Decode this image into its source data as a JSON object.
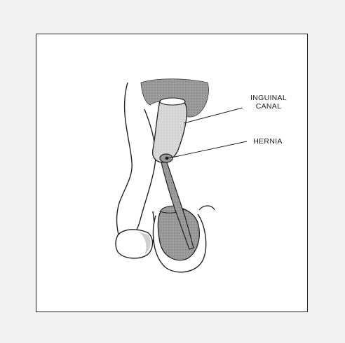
{
  "labels": {
    "inguinal_canal_line1": "INGUINAL",
    "inguinal_canal_line2": "CANAL",
    "hernia": "HERNIA"
  },
  "colors": {
    "background": "#f1f1f1",
    "panel": "#ffffff",
    "outline": "#222222",
    "shade": "#8c8c8c",
    "shade_light": "#c8c8c8"
  }
}
